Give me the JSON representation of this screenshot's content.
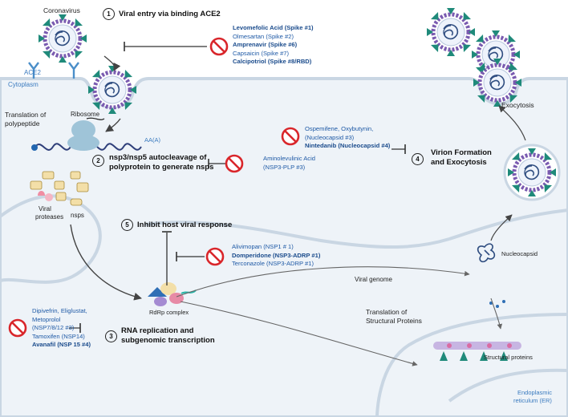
{
  "labels": {
    "coronavirus": "Coronavirus",
    "ace2": "ACE2",
    "cytoplasm": "Cytoplasm",
    "translation_poly_1": "Translation of",
    "translation_poly_2": "polypeptide",
    "ribosome": "Ribosome",
    "polya": "AA(A)",
    "viral_proteases_1": "Viral",
    "viral_proteases_2": "proteases",
    "nsps": "nsps",
    "exocytosis": "Exocytosis",
    "nucleocapsid": "Nucleocapsid",
    "viral_genome": "Viral genome",
    "translation_struct_1": "Translation of",
    "translation_struct_2": "Structural Proteins",
    "structural_proteins": "Structural proteins",
    "rdrp": "RdRp complex",
    "er_1": "Endoplasmic",
    "er_2": "reticulum (ER)"
  },
  "steps": {
    "s1": {
      "num": "1",
      "text": "Viral entry via binding ACE2"
    },
    "s2": {
      "num": "2",
      "line1": "nsp3/nsp5 autocleavage of",
      "line2": "polyprotein to generate nsps"
    },
    "s3": {
      "num": "3",
      "line1": "RNA replication and",
      "line2": "subgenomic transcription"
    },
    "s4": {
      "num": "4",
      "line1": "Virion Formation",
      "line2": "and Exocytosis"
    },
    "s5": {
      "num": "5",
      "text": "Inhibit host viral response"
    }
  },
  "drug_groups": {
    "entry": [
      {
        "text": "Levomefolic Acid (Spike #1)",
        "bold": true
      },
      {
        "text": "Olmesartan (Spike #2)",
        "bold": false
      },
      {
        "text": "Amprenavir (Spike #6)",
        "bold": true
      },
      {
        "text": "Capsaicin (Spike #7)",
        "bold": false
      },
      {
        "text": "Calcipotriol (Spike #8/RBD)",
        "bold": true
      }
    ],
    "virion": [
      {
        "text": "Ospemifene, Oxybutynin,",
        "bold": false
      },
      {
        "text": "(Nucleocapsid #3)",
        "bold": false
      },
      {
        "text": "Nintedanib (Nucleocapsid #4)",
        "bold": true
      }
    ],
    "plp": [
      {
        "text": "Aminolevulinic Acid",
        "bold": false
      },
      {
        "text": "(NSP3-PLP #3)",
        "bold": false
      }
    ],
    "host": [
      {
        "text": "Alivimopan (NSP1 # 1)",
        "bold": false
      },
      {
        "text": "Domperidone (NSP3-ADRP #1)",
        "bold": true
      },
      {
        "text": "Terconazole (NSP3-ADRP #1)",
        "bold": false
      }
    ],
    "rna": [
      {
        "text": "Dipivefrin, Eliglustat,",
        "bold": false
      },
      {
        "text": "Metoprolol",
        "bold": false
      },
      {
        "text": "(NSP7/8/12 #3)",
        "bold": false
      },
      {
        "text": "Tamoxifen (NSP14)",
        "bold": false
      },
      {
        "text": "Avanafil (NSP 15 #4)",
        "bold": true
      }
    ]
  },
  "colors": {
    "membrane": "#c8d4e0",
    "cell": "#eef3f8",
    "spike": "#1f8a7a",
    "virus_ring": "#6a4aa0",
    "drug_blue": "#1f5aa6",
    "inhibit_red": "#d9262b"
  }
}
